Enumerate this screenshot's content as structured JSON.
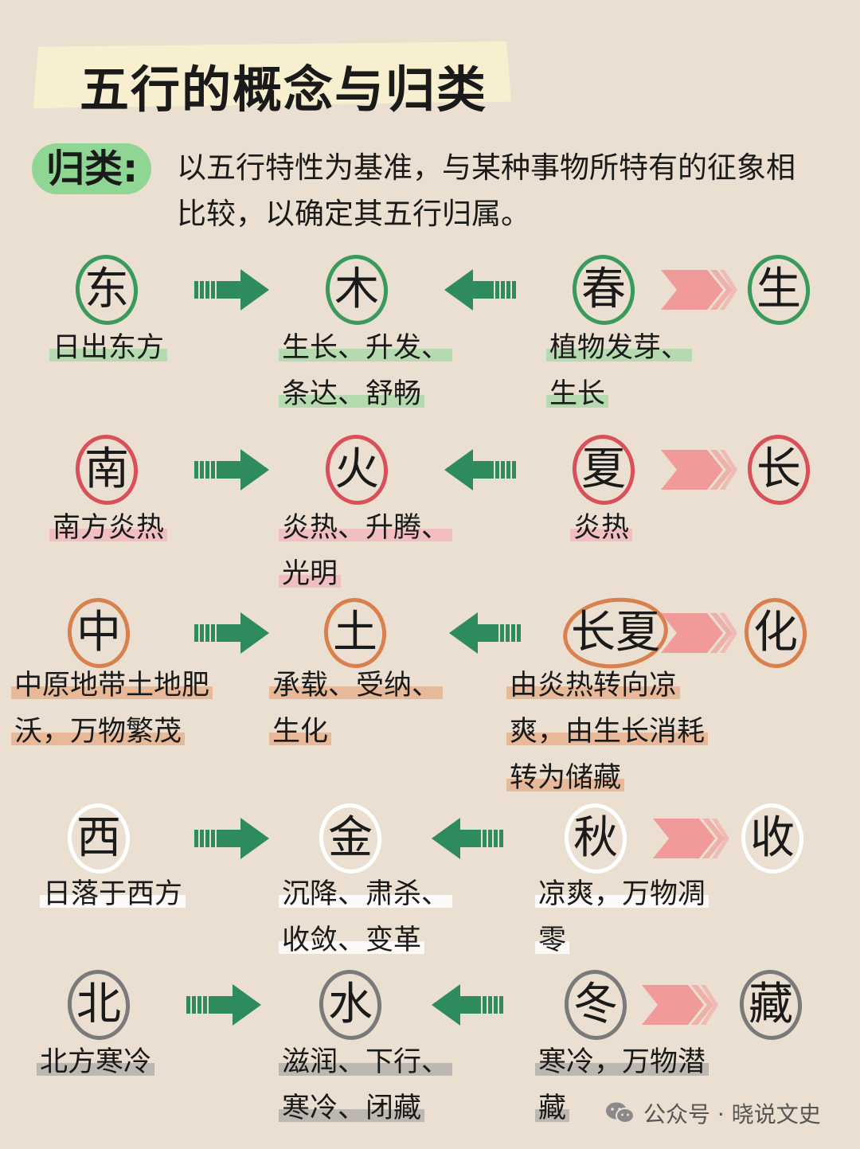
{
  "title": "五行的概念与归类",
  "category_label": "归类:",
  "intro": "以五行特性为基准，与某种事物所特有的征象相比较，以确定其五行归属。",
  "rows": [
    {
      "color": "#3a9a5c",
      "highlight": "rgba(140,214,150,0.55)",
      "direction": "东",
      "direction_desc": [
        "日出东方"
      ],
      "element": "木",
      "element_desc": [
        "生长、升发、",
        "条达、舒畅"
      ],
      "season": "春",
      "season_desc": [
        "植物发芽、",
        "生长"
      ],
      "change": "生"
    },
    {
      "color": "#d9505b",
      "highlight": "rgba(246,170,185,0.6)",
      "direction": "南",
      "direction_desc": [
        "南方炎热"
      ],
      "element": "火",
      "element_desc": [
        "炎热、升腾、",
        "光明"
      ],
      "season": "夏",
      "season_desc": [
        "炎热"
      ],
      "change": "长"
    },
    {
      "color": "#d9804f",
      "highlight": "rgba(230,160,115,0.6)",
      "direction": "中",
      "direction_desc": [
        "中原地带土地肥",
        "沃，万物繁茂"
      ],
      "element": "土",
      "element_desc": [
        "承载、受纳、",
        "生化"
      ],
      "season": "长夏",
      "season_desc": [
        "由炎热转向凉",
        "爽，由生长消耗",
        "转为储藏"
      ],
      "change": "化"
    },
    {
      "color": "#ffffff",
      "highlight": "rgba(255,255,255,0.85)",
      "direction": "西",
      "direction_desc": [
        "日落于西方"
      ],
      "element": "金",
      "element_desc": [
        "沉降、肃杀、",
        "收敛、变革"
      ],
      "season": "秋",
      "season_desc": [
        "凉爽，万物凋",
        "零"
      ],
      "change": "收"
    },
    {
      "color": "#7a7a7a",
      "highlight": "rgba(150,150,150,0.55)",
      "direction": "北",
      "direction_desc": [
        "北方寒冷"
      ],
      "element": "水",
      "element_desc": [
        "滋润、下行、",
        "寒冷、闭藏"
      ],
      "season": "冬",
      "season_desc": [
        "寒冷，万物潜",
        "藏"
      ],
      "change": "藏"
    }
  ],
  "arrow_color": "#2e8b5e",
  "chevron_color": "#f19a9a",
  "watermark": "公众号 · 晓说文史",
  "watermark_icon": "wechat-icon"
}
